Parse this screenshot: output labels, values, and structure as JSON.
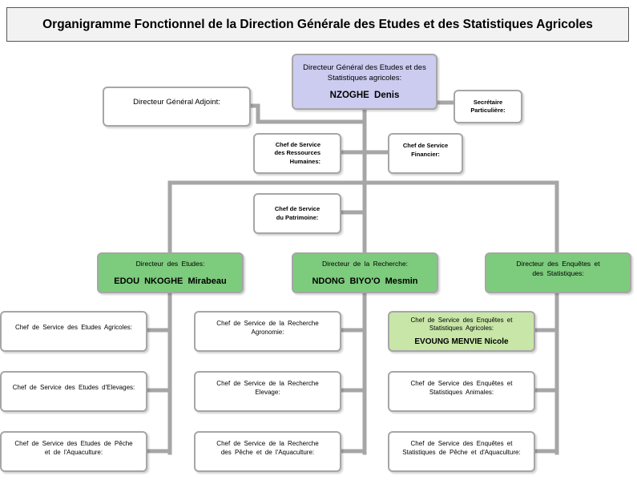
{
  "title": "Organigramme Fonctionnel de la Direction Générale des Etudes et des Statistiques Agricoles",
  "dg": {
    "title": "Directeur Général des Etudes et des\nStatistiques agricoles:",
    "name": "NZOGHE  Denis"
  },
  "dga": {
    "title": "Directeur Général Adjoint:"
  },
  "secretaire": {
    "title": "Secrétaire\nParticulière:"
  },
  "rh": {
    "title": "Chef de Service\ndes Ressources\nHumaines:"
  },
  "financier": {
    "title": "Chef de Service\nFinancier:"
  },
  "patrimoine": {
    "title": "Chef de Service\ndu Patrimoine:"
  },
  "directions": [
    {
      "title": "Directeur des Etudes:",
      "name": "EDOU  NKOGHE  Mirabeau",
      "services": [
        {
          "title": "Chef de Service des Etudes Agricoles:"
        },
        {
          "title": "Chef de Service des Etudes d'Elevages:"
        },
        {
          "title": "Chef de Service des Etudes de Pêche\net de l'Aquaculture:"
        }
      ]
    },
    {
      "title": "Directeur de la Recherche:",
      "name": "NDONG  BIYO'O  Mesmin",
      "services": [
        {
          "title": "Chef de Service de la Recherche\nAgronomie:"
        },
        {
          "title": "Chef de Service de la Recherche\nElevage:"
        },
        {
          "title": "Chef de Service de la Recherche\ndes Pêche et de l'Aquaculture:"
        }
      ]
    },
    {
      "title": "Directeur des Enquêtes et\ndes Statistiques:",
      "name": "",
      "services": [
        {
          "title": "Chef de Service des Enquêtes et\nStatistiques Agricoles:",
          "name": "EVOUNG MENVIE Nicole"
        },
        {
          "title": "Chef de Service des Enquêtes et\nStatistiques Animales:"
        },
        {
          "title": "Chef de Service des Enquêtes et\nStatistiques de Pêche et d'Aquaculture:"
        }
      ]
    }
  ],
  "colors": {
    "connector": "#a6a6a6",
    "dg_fill": "#ccccf0",
    "direction_fill": "#7dcb7d",
    "highlight_fill": "#c8e6a8"
  }
}
